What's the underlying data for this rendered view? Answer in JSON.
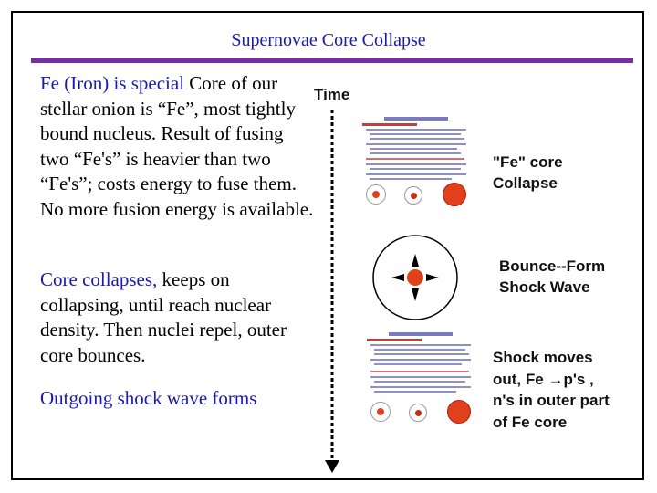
{
  "title": "Supernovae Core Collapse",
  "left": {
    "p1_emph": "Fe (Iron) is special",
    "p1_text": " Core of our stellar onion is “Fe”, most tightly bound nucleus. Result of fusing two “Fe's” is heavier than two “Fe's”; costs energy to fuse them. No more fusion energy is available.",
    "p2_emph": " Core collapses,",
    "p2_text": " keeps on collapsing, until reach nuclear density.  Then nuclei repel, outer core bounces.",
    "p3": "Outgoing shock wave forms"
  },
  "timeline": {
    "label": "Time"
  },
  "stages": [
    {
      "label_line1": "\"Fe\" core",
      "label_line2": "Collapse"
    },
    {
      "label_line1": "Bounce--Form",
      "label_line2": "Shock Wave"
    },
    {
      "label_line1": "Shock moves",
      "label_line2": "out, Fe →p's ,",
      "label_line3": "n's in outer part",
      "label_line4": "of Fe core"
    }
  ],
  "colors": {
    "title": "#1a1ab0",
    "rule": "#7a2ea6",
    "core": "#e0401c"
  }
}
